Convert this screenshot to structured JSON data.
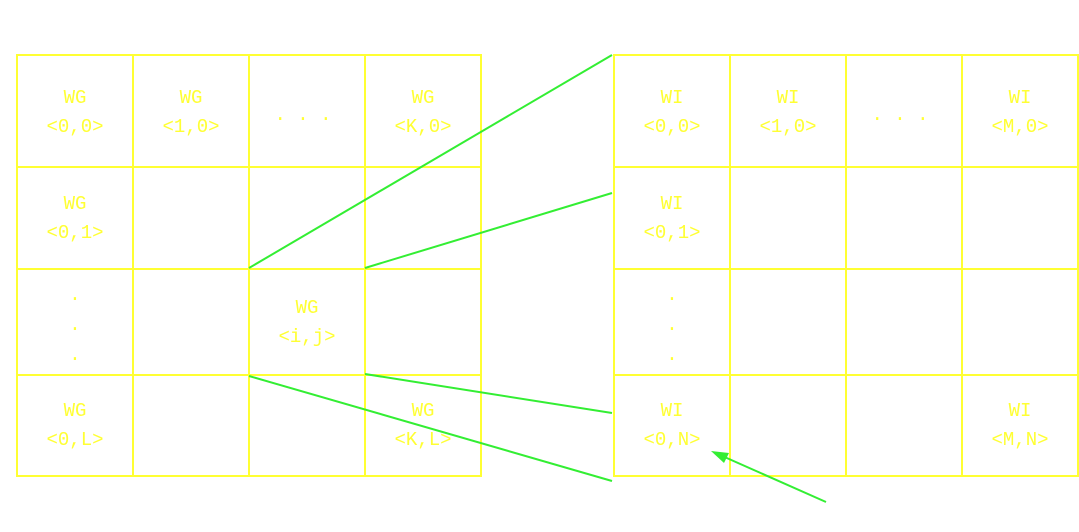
{
  "colors": {
    "grid_line": "#FFFF33",
    "cell_text": "#FFFF33",
    "connector": "#33EE33",
    "background": "#FFFFFF"
  },
  "left_grid": {
    "row_0": {
      "col_0": {
        "line1": "WG",
        "line2": "<0,0>"
      },
      "col_1": {
        "line1": "WG",
        "line2": "<1,0>"
      },
      "col_2": {
        "line1": ". . ."
      },
      "col_3": {
        "line1": "WG",
        "line2": "<K,0>"
      }
    },
    "row_1": {
      "col_0": {
        "line1": "WG",
        "line2": "<0,1>"
      }
    },
    "row_2": {
      "col_0": {
        "dot1": ".",
        "dot2": ".",
        "dot3": "."
      },
      "col_2": {
        "line1": "WG",
        "line2": "<i,j>"
      }
    },
    "row_3": {
      "col_0": {
        "line1": "WG",
        "line2": "<0,L>"
      },
      "col_3": {
        "line1": "WG",
        "line2": "<K,L>"
      }
    }
  },
  "right_grid": {
    "row_0": {
      "col_0": {
        "line1": "WI",
        "line2": "<0,0>"
      },
      "col_1": {
        "line1": "WI",
        "line2": "<1,0>"
      },
      "col_2": {
        "line1": ". . ."
      },
      "col_3": {
        "line1": "WI",
        "line2": "<M,0>"
      }
    },
    "row_1": {
      "col_0": {
        "line1": "WI",
        "line2": "<0,1>"
      }
    },
    "row_2": {
      "col_0": {
        "dot1": ".",
        "dot2": ".",
        "dot3": "."
      }
    },
    "row_3": {
      "col_0": {
        "line1": "WI",
        "line2": "<0,N>"
      },
      "col_3": {
        "line1": "WI",
        "line2": "<M,N>"
      }
    }
  }
}
